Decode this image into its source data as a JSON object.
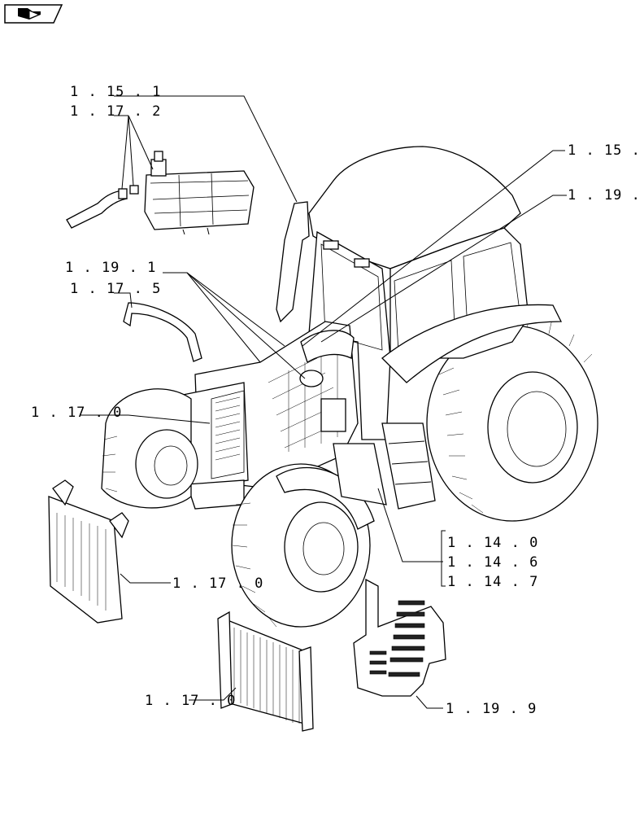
{
  "nav": {
    "icon": "arrow-right-icon"
  },
  "callouts": {
    "c1": "1 . 15 . 1",
    "c2": "1 . 17 . 2",
    "c3": "1 . 15 .",
    "c4": "1 . 19 .",
    "c5": "1 . 19 . 1",
    "c6": "1 . 17 . 5",
    "c7": "1 . 17 . 0",
    "c8": "1 . 14 . 0",
    "c9": "1 . 14 . 6",
    "c10": "1 . 14 . 7",
    "c11": "1 . 17 . 0",
    "c12": "1 . 17 . 0",
    "c13": "1 . 19 . 9"
  }
}
